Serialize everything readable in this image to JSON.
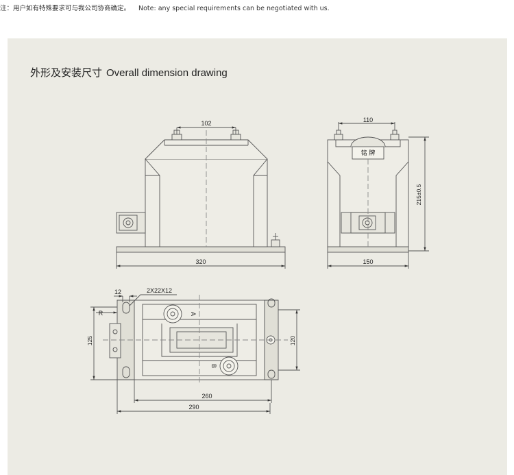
{
  "note": {
    "cn": "注：用户如有特殊要求可与我公司协商确定。",
    "en": "Note: any special requirements can be negotiated with us."
  },
  "title": {
    "cn": "外形及安装尺寸",
    "en": "Overall dimension drawing"
  },
  "front_view": {
    "dim_top": "102",
    "dim_bottom": "320"
  },
  "side_view": {
    "dim_top": "110",
    "dim_bottom": "150",
    "dim_height": "215±0.5",
    "nameplate": "铭 牌"
  },
  "plan_view": {
    "dim_12": "12",
    "dim_slots": "2X22X12",
    "label_r": "R",
    "dim_125": "125",
    "label_a": "A",
    "label_b": "B",
    "dim_120": "120",
    "dim_260": "260",
    "dim_290": "290"
  }
}
